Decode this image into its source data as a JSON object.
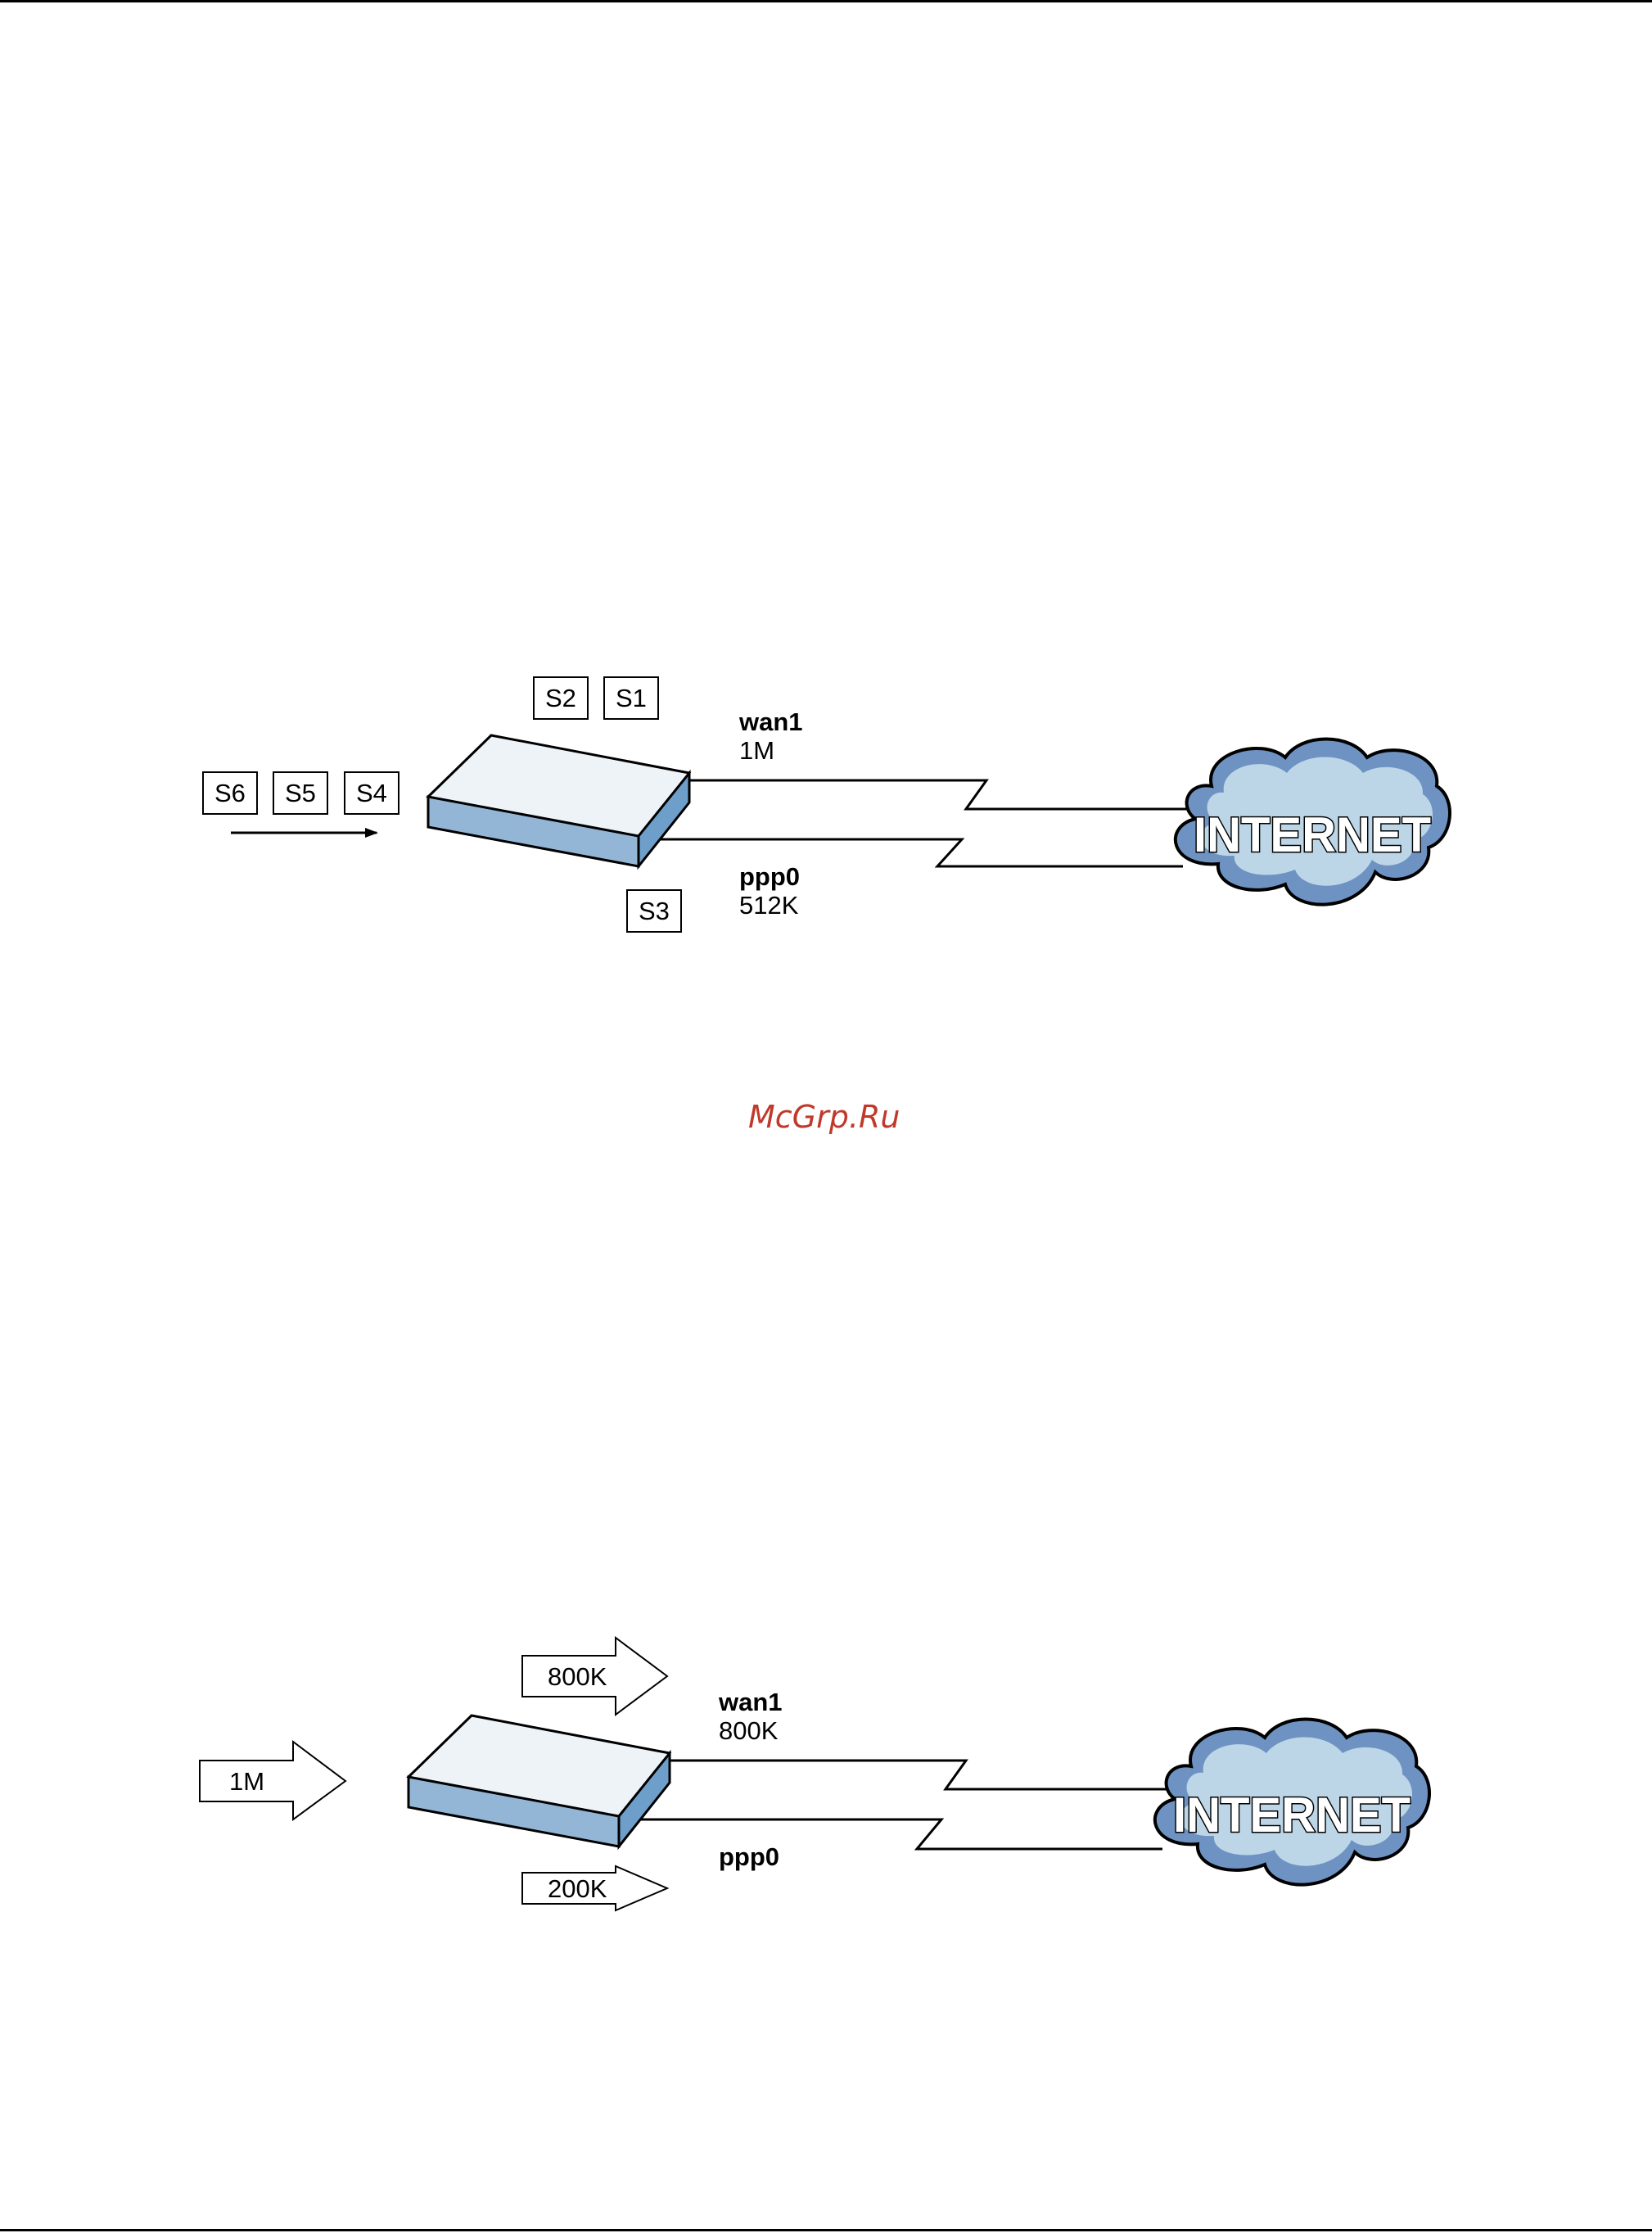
{
  "watermark": "McGrp.Ru",
  "colors": {
    "device_top": "#eef3f8",
    "device_side": "#93b6d6",
    "cloud_outer": "#6e93c2",
    "cloud_inner": "#bcd6e8",
    "watermark": "#c0392b"
  },
  "diagram1": {
    "sessions_in": [
      "S6",
      "S5",
      "S4"
    ],
    "sessions_wan": [
      "S2",
      "S1"
    ],
    "session_ppp": "S3",
    "wan": {
      "name": "wan1",
      "rate": "1M"
    },
    "ppp": {
      "name": "ppp0",
      "rate": "512K"
    },
    "cloud": "INTERNET"
  },
  "diagram2": {
    "incoming": "1M",
    "out_wan": "800K",
    "out_ppp": "200K",
    "wan": {
      "name": "wan1",
      "rate": "800K"
    },
    "ppp": {
      "name": "ppp0"
    },
    "cloud": "INTERNET"
  }
}
